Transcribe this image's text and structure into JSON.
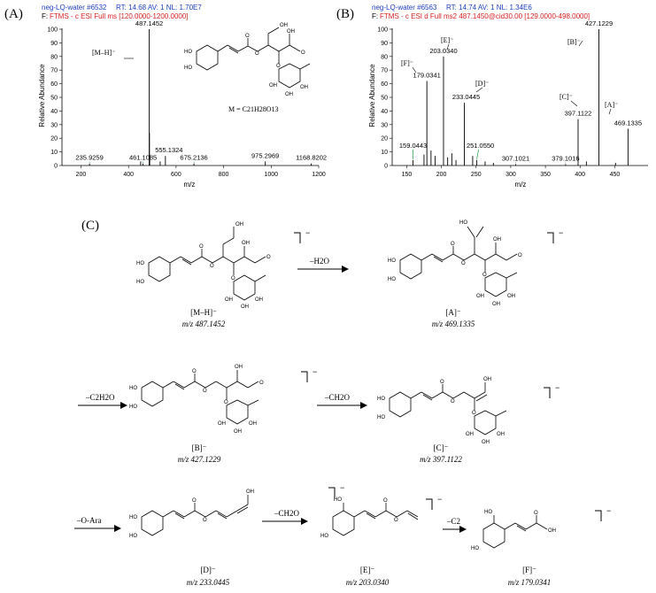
{
  "colors": {
    "blue": "#1f3fbf",
    "red": "#d61f1f",
    "green": "#1a9a3a",
    "black": "#000000"
  },
  "panelA": {
    "label": "(A)",
    "header1_id": "neg-LQ-water #6532",
    "header1_rest": "RT: 14.68   AV: 1   NL: 1.70E7",
    "header2_prefix": "F:",
    "header2_rest": "FTMS - c ESI Full ms [120.0000-1200.0000]",
    "mz_label": "m/z",
    "ylabel": "Relative Abundance",
    "ion_label": "[M–H]⁻",
    "formula": "M = C21H28O13"
  },
  "panelB": {
    "label": "(B)",
    "header1_id": "neg-LQ-water #6563",
    "header1_rest": "RT: 14.74   AV: 1   NL: 1.34E6",
    "header2_prefix": "F:",
    "header2_rest": "FTMS - c ESI d Full ms2 487.1450@cid30.00 [129.0000-498.0000]",
    "mz_label": "m/z",
    "ylabel": "Relative Abundance",
    "fragment_labels": [
      "[E]⁻",
      "[F]⁻",
      "[D]⁻",
      "[B]⁻",
      "[C]⁻",
      "[A]⁻"
    ]
  },
  "chart_data": [
    {
      "type": "bar",
      "panel": "A",
      "xlabel": "m/z",
      "ylabel": "Relative Abundance",
      "xlim": [
        120,
        1200
      ],
      "ylim": [
        0,
        100
      ],
      "xticks": [
        200,
        400,
        600,
        800,
        1000,
        1200
      ],
      "yticks": [
        0,
        10,
        20,
        30,
        40,
        50,
        60,
        70,
        80,
        90,
        100
      ],
      "peaks": [
        {
          "mz": 487.1452,
          "value": 100,
          "label": "487.1452"
        },
        {
          "mz": 488.1486,
          "value": 24
        },
        {
          "mz": 489.15,
          "value": 8
        },
        {
          "mz": 451.1,
          "value": 3
        },
        {
          "mz": 235.9259,
          "value": 1.5,
          "label": "235.9259"
        },
        {
          "mz": 461.1085,
          "value": 1.5,
          "label": "461.1085"
        },
        {
          "mz": 555.1324,
          "value": 7,
          "label": "555.1324"
        },
        {
          "mz": 533.1,
          "value": 3
        },
        {
          "mz": 675.2136,
          "value": 1.5,
          "label": "675.2136"
        },
        {
          "mz": 975.2969,
          "value": 3,
          "label": "975.2969"
        },
        {
          "mz": 1168.8202,
          "value": 1.5,
          "label": "1168.8202"
        }
      ]
    },
    {
      "type": "bar",
      "panel": "B",
      "xlabel": "m/z",
      "ylabel": "Relative Abundance",
      "xlim": [
        129,
        498
      ],
      "ylim": [
        0,
        100
      ],
      "xticks": [
        150,
        200,
        250,
        300,
        350,
        400,
        450
      ],
      "yticks": [
        0,
        10,
        20,
        30,
        40,
        50,
        60,
        70,
        80,
        90,
        100
      ],
      "peaks": [
        {
          "mz": 427.1229,
          "value": 100,
          "label": "427.1229"
        },
        {
          "mz": 203.034,
          "value": 80,
          "label": "203.0340"
        },
        {
          "mz": 179.0341,
          "value": 62,
          "label": "179.0341"
        },
        {
          "mz": 233.0445,
          "value": 46,
          "label": "233.0445"
        },
        {
          "mz": 397.1122,
          "value": 34,
          "label": "397.1122"
        },
        {
          "mz": 469.1335,
          "value": 27,
          "label": "469.1335"
        },
        {
          "mz": 159.0443,
          "value": 4,
          "label": "159.0443"
        },
        {
          "mz": 251.055,
          "value": 4,
          "label": "251.0550"
        },
        {
          "mz": 307.1021,
          "value": 1,
          "label": "307.1021"
        },
        {
          "mz": 379.1016,
          "value": 1,
          "label": "379.1016"
        },
        {
          "mz": 174.9,
          "value": 8
        },
        {
          "mz": 185.0,
          "value": 11
        },
        {
          "mz": 191.0,
          "value": 7
        },
        {
          "mz": 209.0,
          "value": 6
        },
        {
          "mz": 215.0,
          "value": 9
        },
        {
          "mz": 221.0,
          "value": 4
        },
        {
          "mz": 245.1,
          "value": 7
        },
        {
          "mz": 263.0,
          "value": 3
        },
        {
          "mz": 275.0,
          "value": 2
        },
        {
          "mz": 409.1,
          "value": 3
        },
        {
          "mz": 451.1,
          "value": 2
        }
      ]
    }
  ],
  "panelC": {
    "label": "(C)",
    "steps": [
      "–H2O",
      "–C2H2O",
      "–CH2O",
      "–O-Ara",
      "–CH2O",
      "–C2"
    ],
    "ions": [
      {
        "name": "[M–H]⁻",
        "mz": "m/z 487.1452"
      },
      {
        "name": "[A]⁻",
        "mz": "m/z 469.1335"
      },
      {
        "name": "[B]⁻",
        "mz": "m/z 427.1229"
      },
      {
        "name": "[C]⁻",
        "mz": "m/z 397.1122"
      },
      {
        "name": "[D]⁻",
        "mz": "m/z 233.0445"
      },
      {
        "name": "[E]⁻",
        "mz": "m/z 203.0340"
      },
      {
        "name": "[F]⁻",
        "mz": "m/z 179.0341"
      }
    ],
    "atoms": {
      "ho": "HO",
      "oh": "OH",
      "o": "O"
    }
  }
}
